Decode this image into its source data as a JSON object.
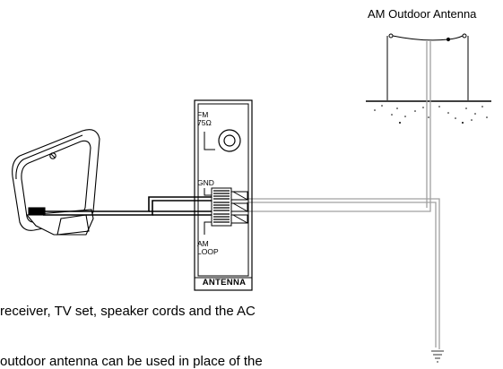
{
  "diagram": {
    "outdoor_antenna_label": "AM Outdoor Antenna",
    "panel": {
      "fm_line1": "FM",
      "fm_line2": "75Ω",
      "gnd": "GND",
      "am_line1": "AM",
      "am_line2": "LOOP",
      "caption": "ANTENNA"
    }
  },
  "text": {
    "line1": "receiver, TV set, speaker cords and the AC",
    "line2": "outdoor antenna can be used in place of the"
  },
  "colors": {
    "line": "#000000",
    "outdoor_wire": "#a0a0a0"
  }
}
